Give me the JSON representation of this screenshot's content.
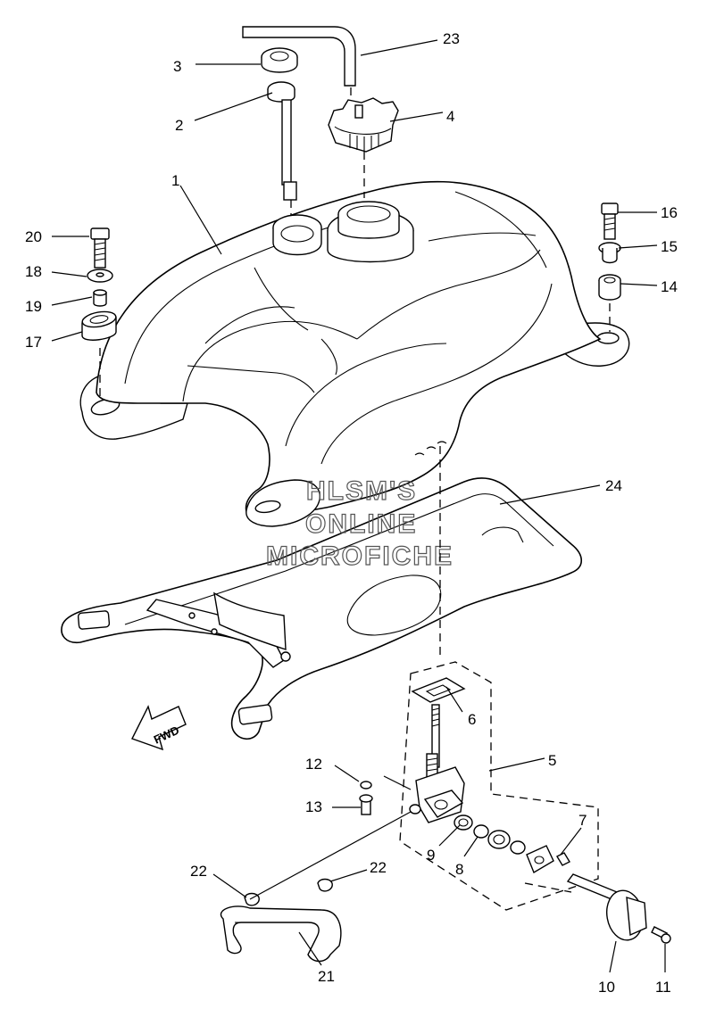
{
  "diagram": {
    "watermark_lines": [
      "HLSM'S",
      "ONLINE",
      "MICROFICHE"
    ],
    "direction_label": "FWD",
    "callouts": [
      {
        "id": "1",
        "label": "1"
      },
      {
        "id": "2",
        "label": "2"
      },
      {
        "id": "3",
        "label": "3"
      },
      {
        "id": "4",
        "label": "4"
      },
      {
        "id": "5",
        "label": "5"
      },
      {
        "id": "6",
        "label": "6"
      },
      {
        "id": "7",
        "label": "7"
      },
      {
        "id": "8",
        "label": "8"
      },
      {
        "id": "9",
        "label": "9"
      },
      {
        "id": "10",
        "label": "10"
      },
      {
        "id": "11",
        "label": "11"
      },
      {
        "id": "12",
        "label": "12"
      },
      {
        "id": "13",
        "label": "13"
      },
      {
        "id": "14",
        "label": "14"
      },
      {
        "id": "15",
        "label": "15"
      },
      {
        "id": "16",
        "label": "16"
      },
      {
        "id": "17",
        "label": "17"
      },
      {
        "id": "18",
        "label": "18"
      },
      {
        "id": "19",
        "label": "19"
      },
      {
        "id": "20",
        "label": "20"
      },
      {
        "id": "21",
        "label": "21"
      },
      {
        "id": "22a",
        "label": "22"
      },
      {
        "id": "22b",
        "label": "22"
      },
      {
        "id": "23",
        "label": "23"
      },
      {
        "id": "24",
        "label": "24"
      }
    ]
  }
}
